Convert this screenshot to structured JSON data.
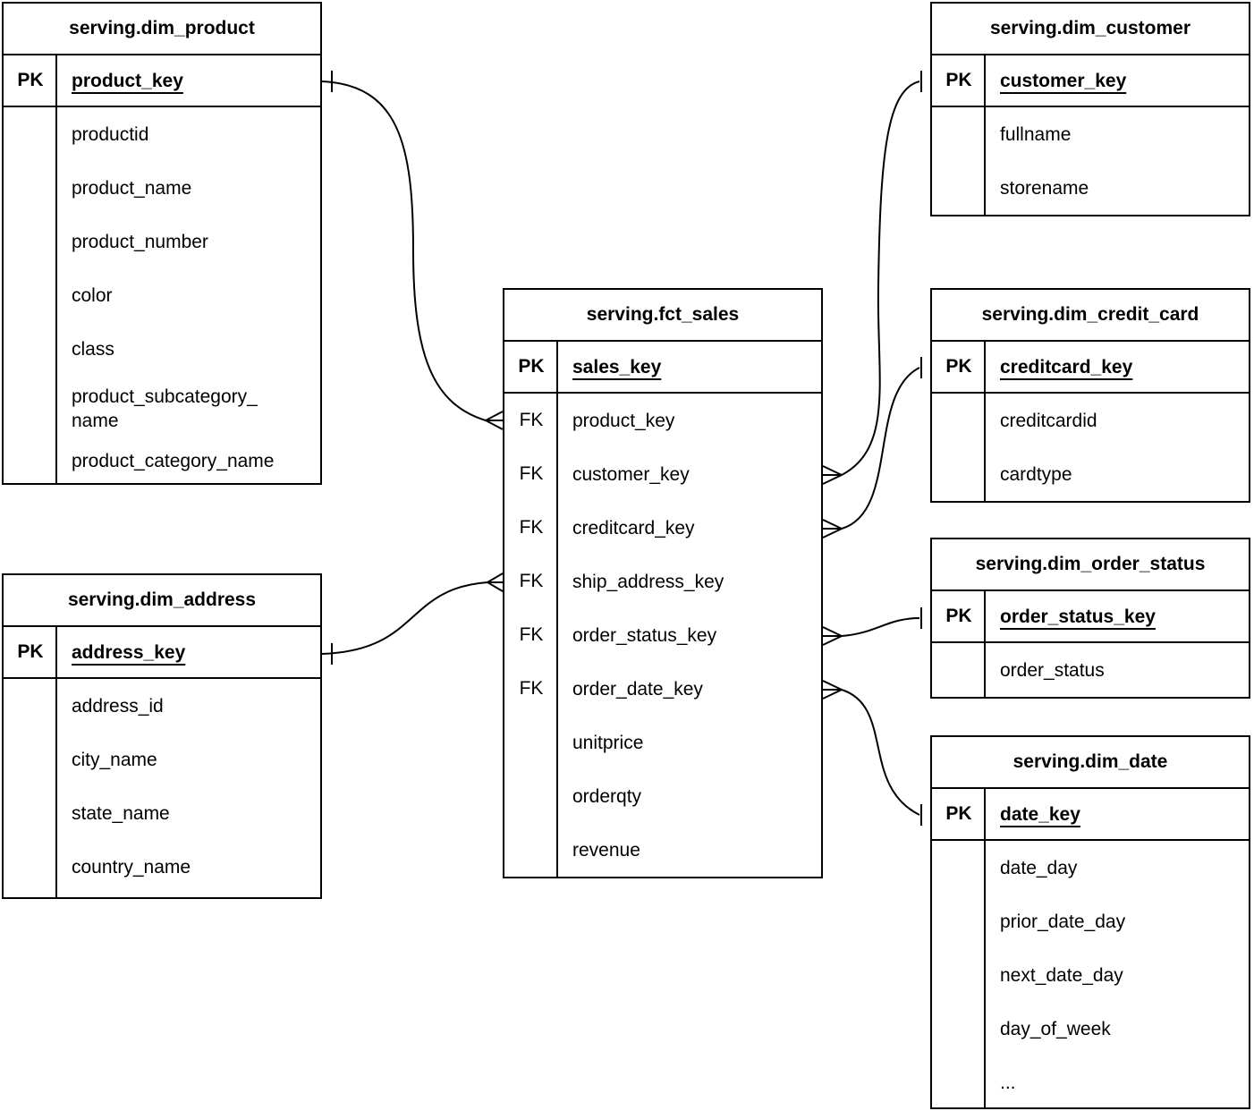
{
  "colors": {
    "line": "#000000",
    "background": "#ffffff",
    "text": "#000000"
  },
  "diagram": {
    "type": "entity-relationship",
    "tables": [
      {
        "id": "dim_product",
        "title": "serving.dim_product",
        "pk": {
          "label": "PK",
          "field": "product_key"
        },
        "rows": [
          {
            "key": "",
            "name": "productid"
          },
          {
            "key": "",
            "name": "product_name"
          },
          {
            "key": "",
            "name": "product_number"
          },
          {
            "key": "",
            "name": "color"
          },
          {
            "key": "",
            "name": "class"
          },
          {
            "key": "",
            "name": "product_subcategory_\nname"
          },
          {
            "key": "",
            "name": "product_category_name"
          }
        ]
      },
      {
        "id": "dim_address",
        "title": "serving.dim_address",
        "pk": {
          "label": "PK",
          "field": "address_key"
        },
        "rows": [
          {
            "key": "",
            "name": "address_id"
          },
          {
            "key": "",
            "name": "city_name"
          },
          {
            "key": "",
            "name": "state_name"
          },
          {
            "key": "",
            "name": "country_name"
          }
        ]
      },
      {
        "id": "fct_sales",
        "title": "serving.fct_sales",
        "pk": {
          "label": "PK",
          "field": "sales_key"
        },
        "rows": [
          {
            "key": "FK",
            "name": "product_key"
          },
          {
            "key": "FK",
            "name": "customer_key"
          },
          {
            "key": "FK",
            "name": "creditcard_key"
          },
          {
            "key": "FK",
            "name": "ship_address_key"
          },
          {
            "key": "FK",
            "name": "order_status_key"
          },
          {
            "key": "FK",
            "name": "order_date_key"
          },
          {
            "key": "",
            "name": "unitprice"
          },
          {
            "key": "",
            "name": "orderqty"
          },
          {
            "key": "",
            "name": "revenue"
          }
        ]
      },
      {
        "id": "dim_customer",
        "title": "serving.dim_customer",
        "pk": {
          "label": "PK",
          "field": "customer_key"
        },
        "rows": [
          {
            "key": "",
            "name": "fullname"
          },
          {
            "key": "",
            "name": "storename"
          }
        ]
      },
      {
        "id": "dim_credit_card",
        "title": "serving.dim_credit_card",
        "pk": {
          "label": "PK",
          "field": "creditcard_key"
        },
        "rows": [
          {
            "key": "",
            "name": "creditcardid"
          },
          {
            "key": "",
            "name": "cardtype"
          }
        ]
      },
      {
        "id": "dim_order_status",
        "title": "serving.dim_order_status",
        "pk": {
          "label": "PK",
          "field": "order_status_key"
        },
        "rows": [
          {
            "key": "",
            "name": "order_status"
          }
        ]
      },
      {
        "id": "dim_date",
        "title": "serving.dim_date",
        "pk": {
          "label": "PK",
          "field": "date_key"
        },
        "rows": [
          {
            "key": "",
            "name": "date_day"
          },
          {
            "key": "",
            "name": "prior_date_day"
          },
          {
            "key": "",
            "name": "next_date_day"
          },
          {
            "key": "",
            "name": "day_of_week"
          },
          {
            "key": "",
            "name": "..."
          }
        ]
      }
    ],
    "relationships": [
      {
        "from_table": "serving.fct_sales",
        "from_field": "product_key",
        "to_table": "serving.dim_product",
        "to_field": "product_key",
        "cardinality": "many-to-one"
      },
      {
        "from_table": "serving.fct_sales",
        "from_field": "ship_address_key",
        "to_table": "serving.dim_address",
        "to_field": "address_key",
        "cardinality": "many-to-one"
      },
      {
        "from_table": "serving.fct_sales",
        "from_field": "customer_key",
        "to_table": "serving.dim_customer",
        "to_field": "customer_key",
        "cardinality": "many-to-one"
      },
      {
        "from_table": "serving.fct_sales",
        "from_field": "creditcard_key",
        "to_table": "serving.dim_credit_card",
        "to_field": "creditcard_key",
        "cardinality": "many-to-one"
      },
      {
        "from_table": "serving.fct_sales",
        "from_field": "order_status_key",
        "to_table": "serving.dim_order_status",
        "to_field": "order_status_key",
        "cardinality": "many-to-one"
      },
      {
        "from_table": "serving.fct_sales",
        "from_field": "order_date_key",
        "to_table": "serving.dim_date",
        "to_field": "date_key",
        "cardinality": "many-to-one"
      }
    ]
  }
}
